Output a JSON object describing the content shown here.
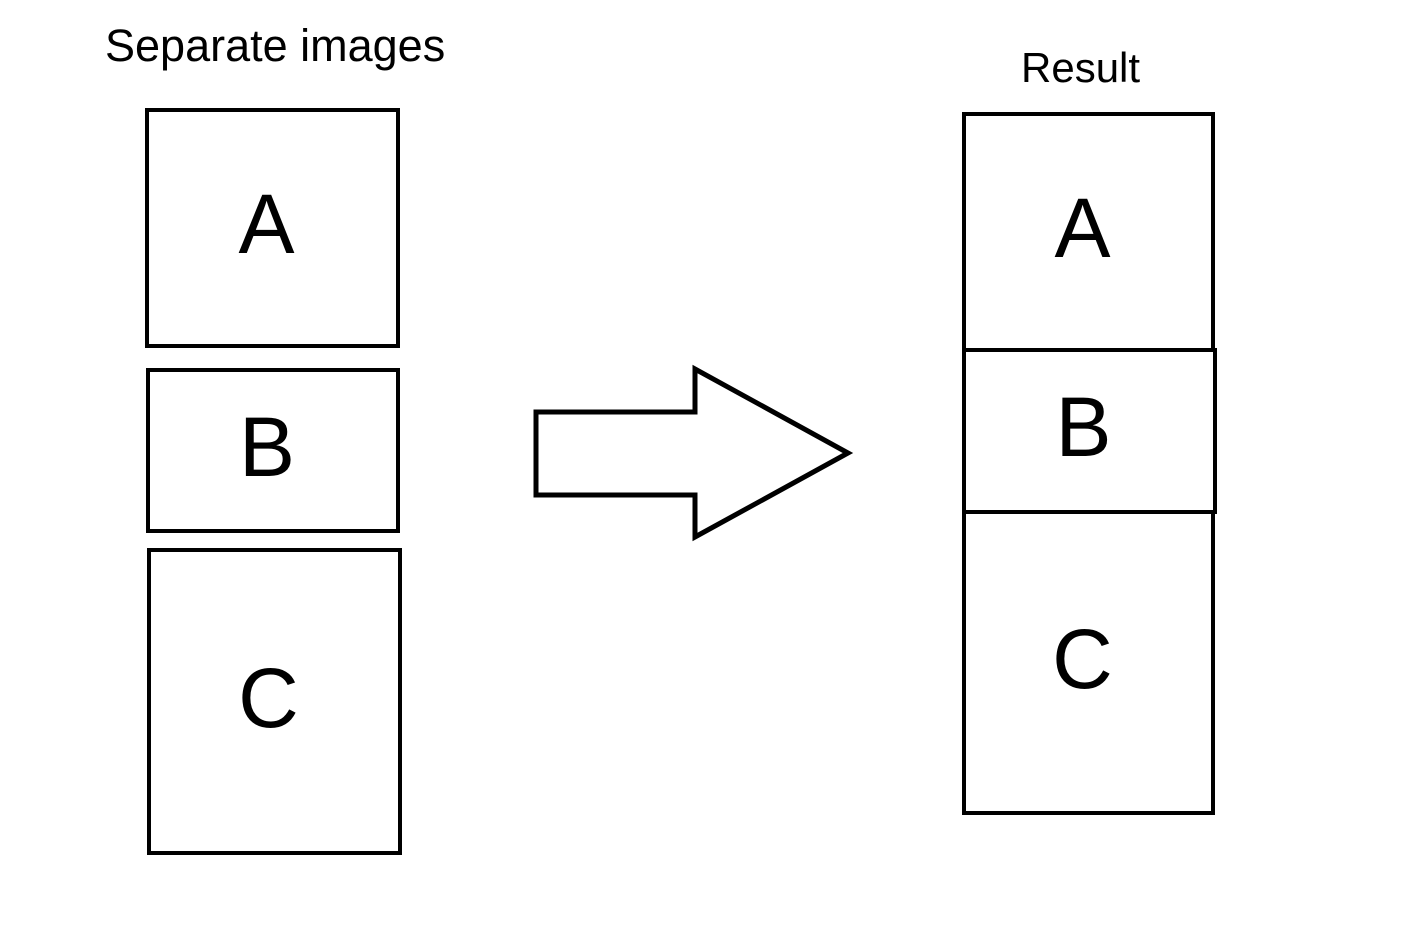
{
  "left_panel": {
    "label": "Separate images",
    "boxes": [
      {
        "label": "A"
      },
      {
        "label": "B"
      },
      {
        "label": "C"
      }
    ]
  },
  "arrow": {
    "direction": "right"
  },
  "right_panel": {
    "label": "Result",
    "boxes": [
      {
        "label": "A"
      },
      {
        "label": "B"
      },
      {
        "label": "C"
      }
    ]
  },
  "colors": {
    "background": "#ffffff",
    "stroke": "#000000",
    "text": "#000000"
  }
}
